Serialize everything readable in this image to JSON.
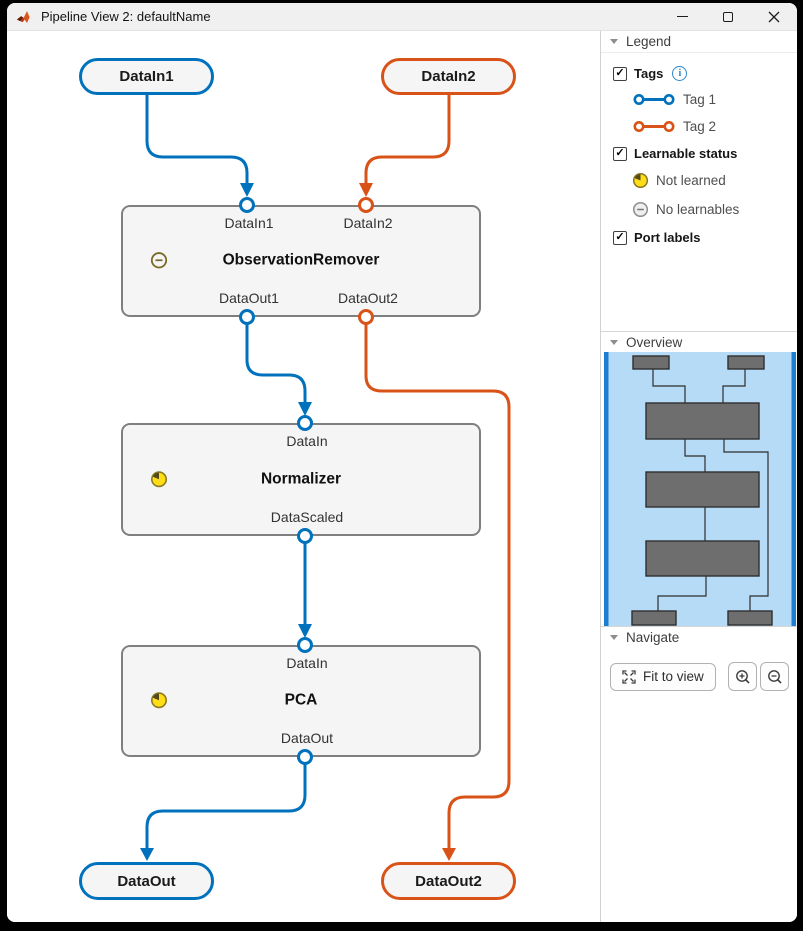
{
  "window": {
    "title": "Pipeline View 2: defaultName"
  },
  "colors": {
    "tag1": "#0072BD",
    "tag2": "#D95319",
    "block_border": "#7F7F7F",
    "block_fill": "#F5F5F5",
    "yellow": "#FFDE17",
    "yellow_edge": "#8A7A20",
    "olive": "#7A6B26",
    "mm_bg": "#B6DBF7",
    "mm_vp": "#1E7FD2",
    "mm_node": "#6E6E6E",
    "mm_line": "#2D2D2D"
  },
  "pipeline": {
    "inputs": [
      {
        "label": "DataIn1"
      },
      {
        "label": "DataIn2"
      }
    ],
    "outputs": [
      {
        "label": "DataOut"
      },
      {
        "label": "DataOut2"
      }
    ],
    "blocks": [
      {
        "title": "ObservationRemover",
        "status": "no-learnables",
        "in_ports": [
          "DataIn1",
          "DataIn2"
        ],
        "out_ports": [
          "DataOut1",
          "DataOut2"
        ]
      },
      {
        "title": "Normalizer",
        "status": "not-learned",
        "in_ports": [
          "DataIn"
        ],
        "out_ports": [
          "DataScaled"
        ]
      },
      {
        "title": "PCA",
        "status": "not-learned",
        "in_ports": [
          "DataIn"
        ],
        "out_ports": [
          "DataOut"
        ]
      }
    ]
  },
  "sidebar": {
    "legend": {
      "header": "Legend",
      "tags_label": "Tags",
      "tag_items": [
        {
          "label": "Tag 1"
        },
        {
          "label": "Tag 2"
        }
      ],
      "learnable_label": "Learnable status",
      "not_learned_label": "Not learned",
      "no_learnables_label": "No learnables",
      "port_labels_label": "Port labels",
      "check": "✓"
    },
    "overview": {
      "header": "Overview"
    },
    "navigate": {
      "header": "Navigate",
      "fit_button": "Fit to view"
    }
  }
}
